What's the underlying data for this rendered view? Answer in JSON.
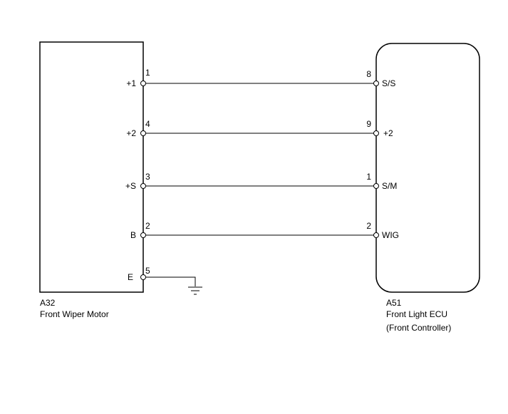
{
  "components": {
    "motor": {
      "code": "A32",
      "name": "Front Wiper Motor",
      "terminals": [
        {
          "label": "+1",
          "pin": "1"
        },
        {
          "label": "+2",
          "pin": "4"
        },
        {
          "label": "+S",
          "pin": "3"
        },
        {
          "label": "B",
          "pin": "2"
        },
        {
          "label": "E",
          "pin": "5"
        }
      ]
    },
    "ecu": {
      "code": "A51",
      "name": "Front Light ECU",
      "subtitle": "(Front Controller)",
      "terminals": [
        {
          "label": "S/S",
          "pin": "8"
        },
        {
          "label": "+2",
          "pin": "9"
        },
        {
          "label": "S/M",
          "pin": "1"
        },
        {
          "label": "WIG",
          "pin": "2"
        }
      ]
    }
  },
  "connections": [
    {
      "from": "motor +1 pin 1",
      "to": "ecu S/S pin 8"
    },
    {
      "from": "motor +2 pin 4",
      "to": "ecu +2 pin 9"
    },
    {
      "from": "motor +S pin 3",
      "to": "ecu S/M pin 1"
    },
    {
      "from": "motor B pin 2",
      "to": "ecu WIG pin 2"
    }
  ],
  "ground": {
    "from": "motor E pin 5",
    "symbol": "ground-icon"
  }
}
